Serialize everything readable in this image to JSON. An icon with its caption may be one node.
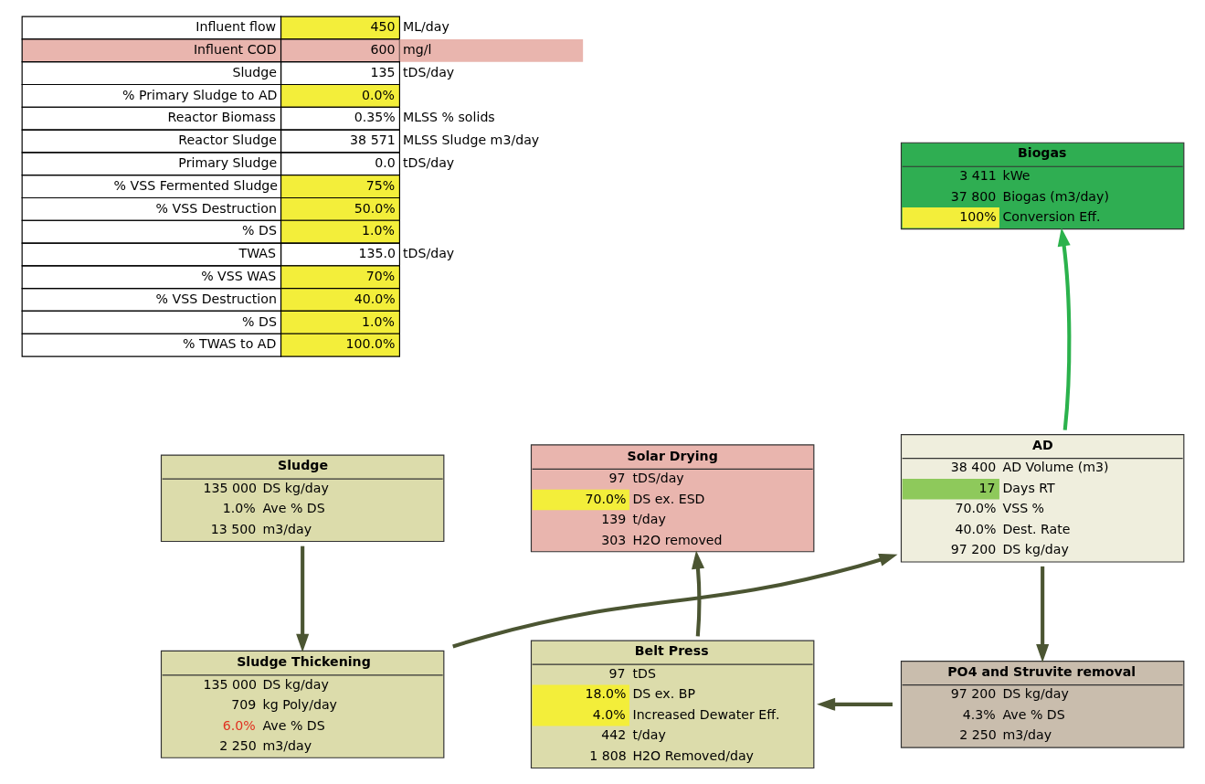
{
  "diagram": {
    "nodes": [
      {
        "text": [
          "Biogas",
          "3 411",
          "kWe",
          "37 800",
          "Biogas (m3/day)",
          "100%",
          "Conversion Eff."
        ]
      },
      {
        "text": [
          "Sludge",
          "135 000",
          "DS kg/day",
          "1.0%",
          "Ave % DS",
          "13 500",
          "m3/day"
        ]
      },
      {
        "text": [
          "AD",
          "38 400",
          "AD Volume (m3)",
          "17",
          "Days RT",
          "70.0%",
          "VSS %",
          "40.0%",
          "Dest. Rate",
          "97 200",
          "DS kg/day"
        ]
      },
      {
        "text": [
          "Solar Drying",
          "97",
          "tDS/day",
          "70.0%",
          "DS ex. ESD",
          "139",
          "t/day",
          "303",
          "H2O removed"
        ]
      },
      {
        "text": [
          "Sludge Thickening",
          "135 000",
          "DS kg/day",
          "709",
          "kg Poly/day",
          "6.0%",
          "Ave % DS",
          "2 250",
          "m3/day"
        ]
      },
      {
        "text": [
          "Belt Press",
          "97",
          "tDS",
          "18.0%",
          "DS ex. BP",
          "4.0%",
          "Increased Dewater Eff.",
          "442",
          "t/day",
          "1 808",
          "H2O Removed/day"
        ]
      },
      {
        "text": [
          "PO4 and Struvite removal",
          "97 200",
          "DS kg/day",
          "4.3%",
          "Ave % DS",
          "2 250",
          "m3/day"
        ]
      }
    ],
    "edges": [
      {
        "from": 1,
        "to": 4,
        "arrow": "to"
      },
      {
        "from": 4,
        "to": 2,
        "arrow": "to"
      },
      {
        "from": 2,
        "to": 0,
        "arrow": "to",
        "color": "#2bb24c"
      },
      {
        "from": 2,
        "to": 6,
        "arrow": "to"
      },
      {
        "from": 6,
        "to": 5,
        "arrow": "to"
      },
      {
        "from": 5,
        "to": 3,
        "arrow": "to"
      }
    ],
    "labels": [
      "Influent flow",
      "450",
      "ML/day",
      "Influent COD",
      "600",
      "mg/l",
      "Sludge",
      "135",
      "tDS/day",
      "% Primary Sludge to AD",
      "0.0%",
      "Reactor Biomass",
      "0.35%",
      "MLSS % solids",
      "Reactor Sludge",
      "38 571",
      "MLSS Sludge m3/day",
      "Primary Sludge",
      "0.0",
      "tDS/day",
      "% VSS Fermented Sludge",
      "75%",
      "% VSS Destruction",
      "50.0%",
      "% DS",
      "1.0%",
      "TWAS",
      "135.0",
      "tDS/day",
      "% VSS WAS",
      "70%",
      "% VSS Destruction",
      "40.0%",
      "% DS",
      "1.0%",
      "% TWAS to AD",
      "100.0%"
    ]
  }
}
